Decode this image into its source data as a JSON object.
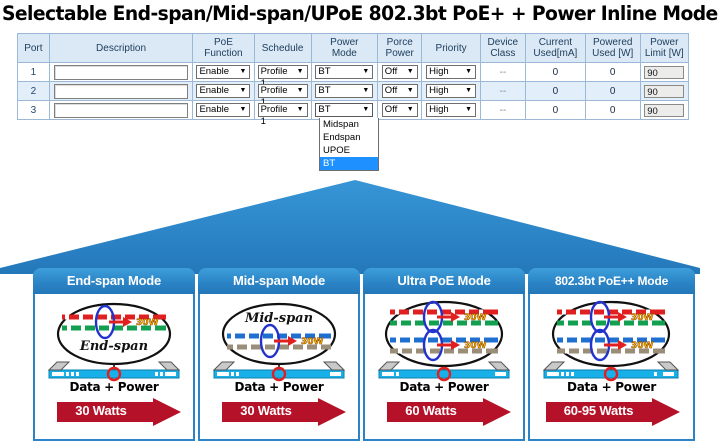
{
  "title": "Selectable End-span/Mid-span/UPoE 802.3bt PoE+ +  Power Inline Mode",
  "colors": {
    "accent_blue": "#2b84c6",
    "table_header_bg": "#dbe8f5",
    "row_alt_bg": "#e3eefb",
    "highlight_blue": "#1e90ff",
    "arrow_red": "#b5122a"
  },
  "table": {
    "headers": [
      "Port",
      "Description",
      "PoE Function",
      "Schedule",
      "Power Mode",
      "Porce Power",
      "Priority",
      "Device Class",
      "Current Used[mA]",
      "Powered Used [W]",
      "Power Limit [W]"
    ],
    "headers_lines": [
      [
        "Port"
      ],
      [
        "Description"
      ],
      [
        "PoE",
        "Function"
      ],
      [
        "Schedule"
      ],
      [
        "Power",
        "Mode"
      ],
      [
        "Porce",
        "Power"
      ],
      [
        "Priority"
      ],
      [
        "Device",
        "Class"
      ],
      [
        "Current",
        "Used[mA]"
      ],
      [
        "Powered",
        "Used [W]"
      ],
      [
        "Power",
        "Limit [W]"
      ]
    ],
    "rows": [
      {
        "port": "1",
        "description": "",
        "poe_function": "Enable",
        "schedule": "Profile 1",
        "power_mode": "BT",
        "porce_power": "Off",
        "priority": "High",
        "device_class": "--",
        "current_used": "0",
        "powered_used": "0",
        "power_limit": "90"
      },
      {
        "port": "2",
        "description": "",
        "poe_function": "Enable",
        "schedule": "Profile 1",
        "power_mode": "BT",
        "porce_power": "Off",
        "priority": "High",
        "device_class": "--",
        "current_used": "0",
        "powered_used": "0",
        "power_limit": "90"
      },
      {
        "port": "3",
        "description": "",
        "poe_function": "Enable",
        "schedule": "Profile 1",
        "power_mode": "BT",
        "porce_power": "Off",
        "priority": "High",
        "device_class": "--",
        "current_used": "0",
        "powered_used": "0",
        "power_limit": "90"
      }
    ],
    "description_placeholder": ""
  },
  "power_mode_dropdown": {
    "open": true,
    "selected": "BT",
    "options": [
      "Midspan",
      "Endspan",
      "UPOE",
      "BT"
    ]
  },
  "panels": [
    {
      "tab": "End-span Mode",
      "ellipse_label": "End-span",
      "pair_labels": [
        "30W"
      ],
      "data_label": "Data + Power",
      "watts": "30 Watts"
    },
    {
      "tab": "Mid-span Mode",
      "ellipse_label": "Mid-span",
      "pair_labels": [
        "30W"
      ],
      "data_label": "Data + Power",
      "watts": "30 Watts"
    },
    {
      "tab": "Ultra PoE Mode",
      "ellipse_label": "",
      "pair_labels": [
        "30W",
        "30W"
      ],
      "data_label": "Data + Power",
      "watts": "60 Watts"
    },
    {
      "tab": "802.3bt PoE++ Mode",
      "ellipse_label": "",
      "pair_labels": [
        "30W",
        "30W"
      ],
      "data_label": "Data + Power",
      "watts": "60-95 Watts"
    }
  ]
}
